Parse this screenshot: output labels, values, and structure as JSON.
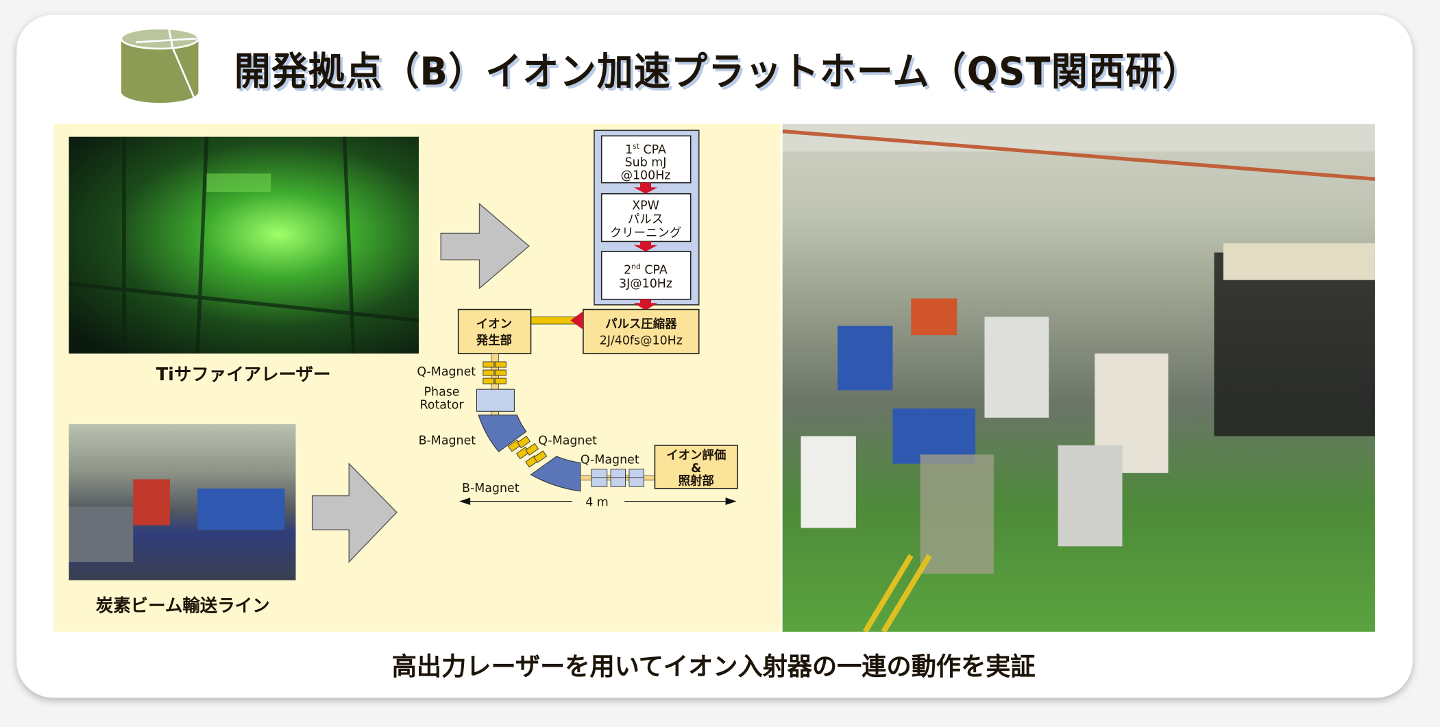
{
  "title": "開発拠点（B）イオン加速プラットホーム（QST関西研）",
  "left_panel": {
    "photo1_caption": "Tiサファイアレーザー",
    "photo2_caption": "炭素ビーム輸送ライン"
  },
  "diagram": {
    "cpa1": {
      "line1_main": "1",
      "line1_sup": "st",
      "line1_rest": " CPA",
      "line2": "Sub mJ",
      "line3": "@100Hz"
    },
    "xpw": {
      "line1": "XPW",
      "line2": "パルス",
      "line3": "クリーニング"
    },
    "cpa2": {
      "line1_main": "2",
      "line1_sup": "nd",
      "line1_rest": " CPA",
      "line2": "3J@10Hz"
    },
    "compressor": {
      "line1": "パルス圧縮器",
      "line2": "2J/40fs@10Hz"
    },
    "ion_source": {
      "line1": "イオン",
      "line2": "発生部"
    },
    "evaluation": {
      "line1": "イオン評価",
      "line2": "&",
      "line3": "照射部"
    },
    "labels": {
      "q_magnet_1": "Q-Magnet",
      "phase_rotator_1": "Phase",
      "phase_rotator_2": "Rotator",
      "b_magnet_1": "B-Magnet",
      "q_magnet_2": "Q-Magnet",
      "q_magnet_3": "Q-Magnet",
      "b_magnet_2": "B-Magnet",
      "length": "4 m"
    }
  },
  "footer": "高出力レーザーを用いてイオン入射器の一連の動作を実証",
  "colors": {
    "panel": "#fff8cf",
    "laser_box": "#c4d1ec",
    "yellow_box": "#fbe39a",
    "magnet_blue": "#5a75b8",
    "arrow_red": "#d3152a",
    "gray_arrow": "#c3c3c3",
    "icon_green": "#8c9c55"
  }
}
